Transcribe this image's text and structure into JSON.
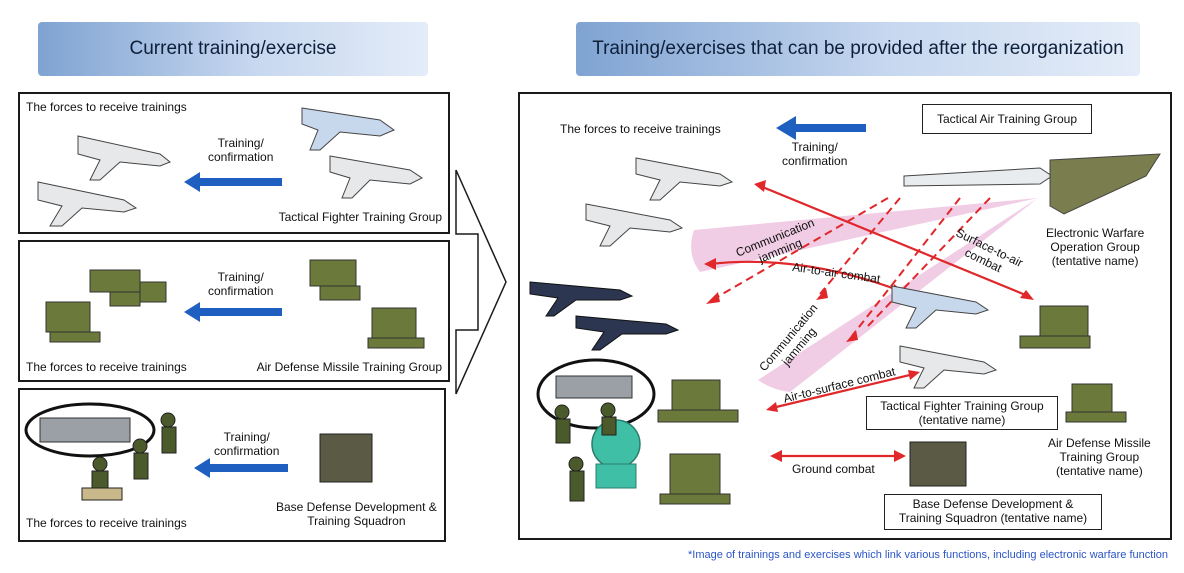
{
  "headers": {
    "left": "Current training/exercise",
    "right": "Training/exercises that can be provided after the reorganization"
  },
  "left_panels": [
    {
      "receivers": "The forces to receive trainings",
      "arrow_label": "Training/\nconfirmation",
      "provider": "Tactical Fighter Training Group"
    },
    {
      "receivers": "The forces to receive trainings",
      "arrow_label": "Training/\nconfirmation",
      "provider": "Air Defense Missile Training Group"
    },
    {
      "receivers": "The forces to receive trainings",
      "arrow_label": "Training/\nconfirmation",
      "provider": "Base Defense Development &\nTraining Squadron"
    }
  ],
  "right_panel": {
    "receivers": "The forces to receive trainings",
    "arrow_label": "Training/\nconfirmation",
    "tactical_air_group": "Tactical Air Training Group",
    "ew_group": "Electronic Warfare\nOperation Group\n(tentative name)",
    "tftg": "Tactical Fighter Training Group\n(tentative name)",
    "admtg": "Air Defense Missile\nTraining Group\n(tentative name)",
    "bdds": "Base Defense Development &\nTraining Squadron (tentative name)",
    "comm_jam_1": "Communication\njamming",
    "comm_jam_2": "Communication\njamming",
    "air_to_air": "Air-to-air combat",
    "surface_to_air": "Surface-to-air\ncombat",
    "air_to_surface": "Air-to-surface combat",
    "ground": "Ground combat"
  },
  "footnote": "*Image of trainings and exercises which link various functions, including electronic warfare function",
  "colors": {
    "arrow_blue": "#1f5fbf",
    "combat_red": "#e0272a",
    "jam_pink": "#e6a3d0"
  }
}
